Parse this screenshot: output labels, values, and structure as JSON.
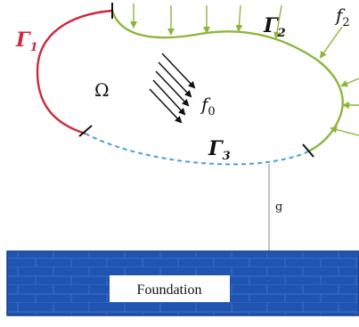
{
  "labels": {
    "gamma1": "Γ",
    "gamma1_sub": "1",
    "gamma2": "Γ",
    "gamma2_sub": "2",
    "gamma3": "Γ",
    "gamma3_sub": "3",
    "domain": "Ω",
    "body_force": "f",
    "body_force_sub": "0",
    "traction": "f",
    "traction_sub": "2",
    "gap": "g",
    "foundation": "Foundation"
  },
  "colors": {
    "gamma1": "#cc2a3c",
    "gamma2": "#8cb63a",
    "gamma3": "#4a9fd6",
    "foundation_fill": "#1f54b0",
    "foundation_brick": "#3b6fc8",
    "ink": "#111111",
    "gap_line": "#888888"
  }
}
